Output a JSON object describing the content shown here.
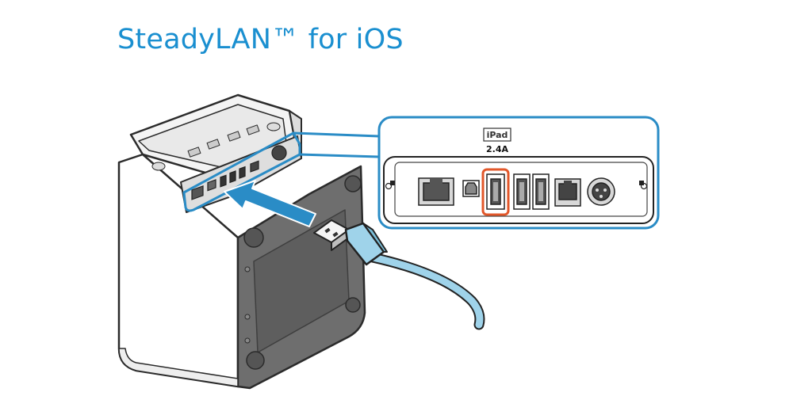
{
  "title": "SteadyLAN™ for iOS",
  "callout": {
    "port_label": "iPad",
    "current_label": "2.4A"
  },
  "colors": {
    "title": "#1a8fd0",
    "callout_border": "#2a8cc6",
    "highlight": "#e2572a",
    "cable": "#9fd3ea",
    "arrow": "#2a8cc6"
  },
  "icons": [
    "printer",
    "usb-cable",
    "insert-arrow",
    "lan-port",
    "usb-b-port",
    "usb-a-port",
    "rj12-port",
    "dc-power-port"
  ]
}
